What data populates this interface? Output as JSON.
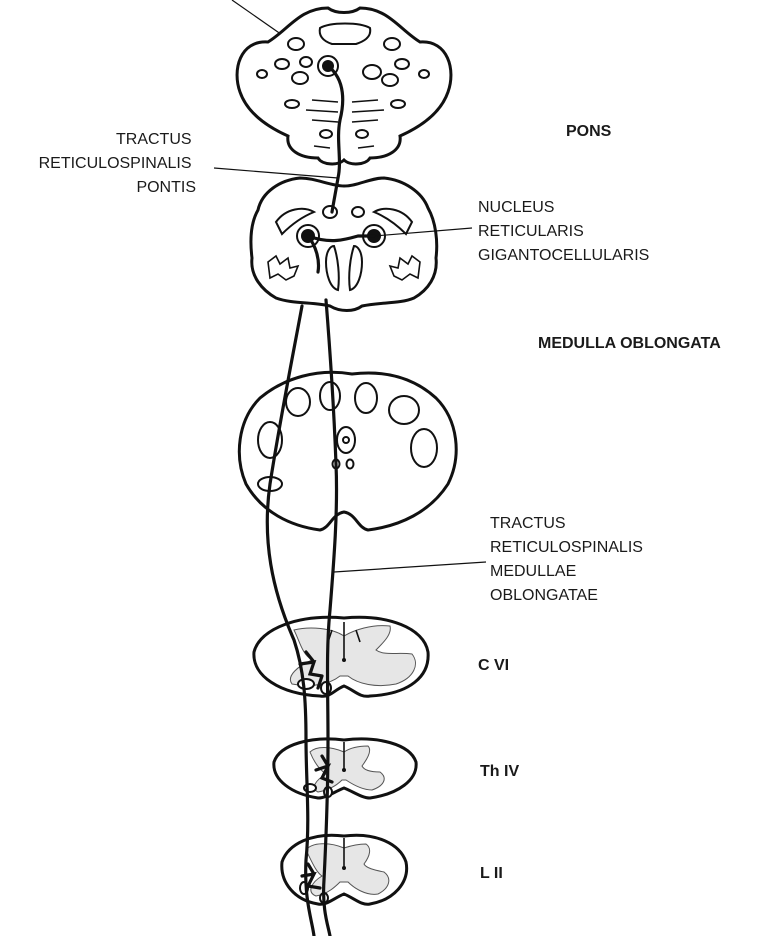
{
  "labels": {
    "tractus_pontis": [
      "TRACTUS",
      "RETICULOSPINALIS",
      "PONTIS"
    ],
    "nucleus": [
      "NUCLEUS",
      "RETICULARIS",
      "GIGANTOCELLULARIS"
    ],
    "tractus_medullae": [
      "TRACTUS",
      "RETICULOSPINALIS",
      "MEDULLAE",
      "OBLONGATAE"
    ],
    "pons": "PONS",
    "medulla": "MEDULLA OBLONGATA",
    "c6": "C VI",
    "th4": "Th IV",
    "l2": "L II"
  },
  "colors": {
    "ink": "#111111",
    "grey_matter": "#e6e6e6",
    "background": "#ffffff"
  }
}
